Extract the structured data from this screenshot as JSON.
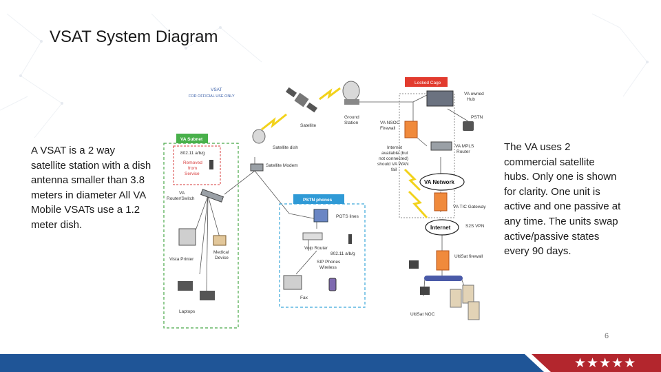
{
  "slide": {
    "title": "VSAT System Diagram",
    "left_text": "A VSAT is a 2 way satellite station with a dish antenna smaller than 3.8 meters in diameter All VA Mobile VSATs use a 1.2 meter dish.",
    "right_text": "The VA uses 2 commercial satellite hubs. Only one is shown for clarity. One unit is active and one passive at any time. The units swap active/passive states every 90 days.",
    "page_number": "6"
  },
  "diagram": {
    "vsat_label_1": "VSAT",
    "vsat_label_2": "FOR OFFICIAL USE ONLY",
    "locked_cage": "Locked Cage",
    "va_owned_hub_1": "VA owned",
    "va_owned_hub_2": "Hub",
    "pstn": "PSTN",
    "satellite": "Satellite",
    "ground_station_1": "Ground",
    "ground_station_2": "Station",
    "va_nsoc_1": "VA NSOC",
    "va_nsoc_2": "Firewall",
    "va_subnet": "VA Subnet",
    "wifi_label": "802.11 a/b/g",
    "removed_1": "Removed",
    "removed_2": "from",
    "removed_3": "Service",
    "satellite_dish": "Satellite dish",
    "satellite_modem": "Satellite Modem",
    "internet_note_1": "Internet",
    "internet_note_2": "available (but",
    "internet_note_3": "not connected)",
    "internet_note_4": "should VA WAN",
    "internet_note_5": "fail",
    "va_mpls_1": "VA MPLS",
    "va_mpls_2": "Router",
    "va_network": "VA Network",
    "va_router_1": "VA",
    "va_router_2": "Router/Switch",
    "pstn_phones": "PSTN phones",
    "va_tic_gateway": "VA TIC Gateway",
    "internet": "Internet",
    "s2s_vpn": "S2S VPN",
    "pots_lines": "POTS lines",
    "medical_device_1": "Medical",
    "medical_device_2": "Device",
    "vista_printer": "Vista Printer",
    "voip_router": "Voip Router",
    "wifi_ab": "802.11 a/b/g",
    "sip_phones_1": "SIP Phones",
    "sip_phones_2": "Wireless",
    "ultisat_firewall": "UltiSat firewall",
    "fax": "Fax",
    "laptops": "Laptops",
    "ultisat_noc": "UltiSat NOC"
  },
  "footer": {
    "stars": "★★★★★",
    "colors": {
      "blue": "#1f5597",
      "red": "#b3262d",
      "white": "#ffffff"
    }
  }
}
